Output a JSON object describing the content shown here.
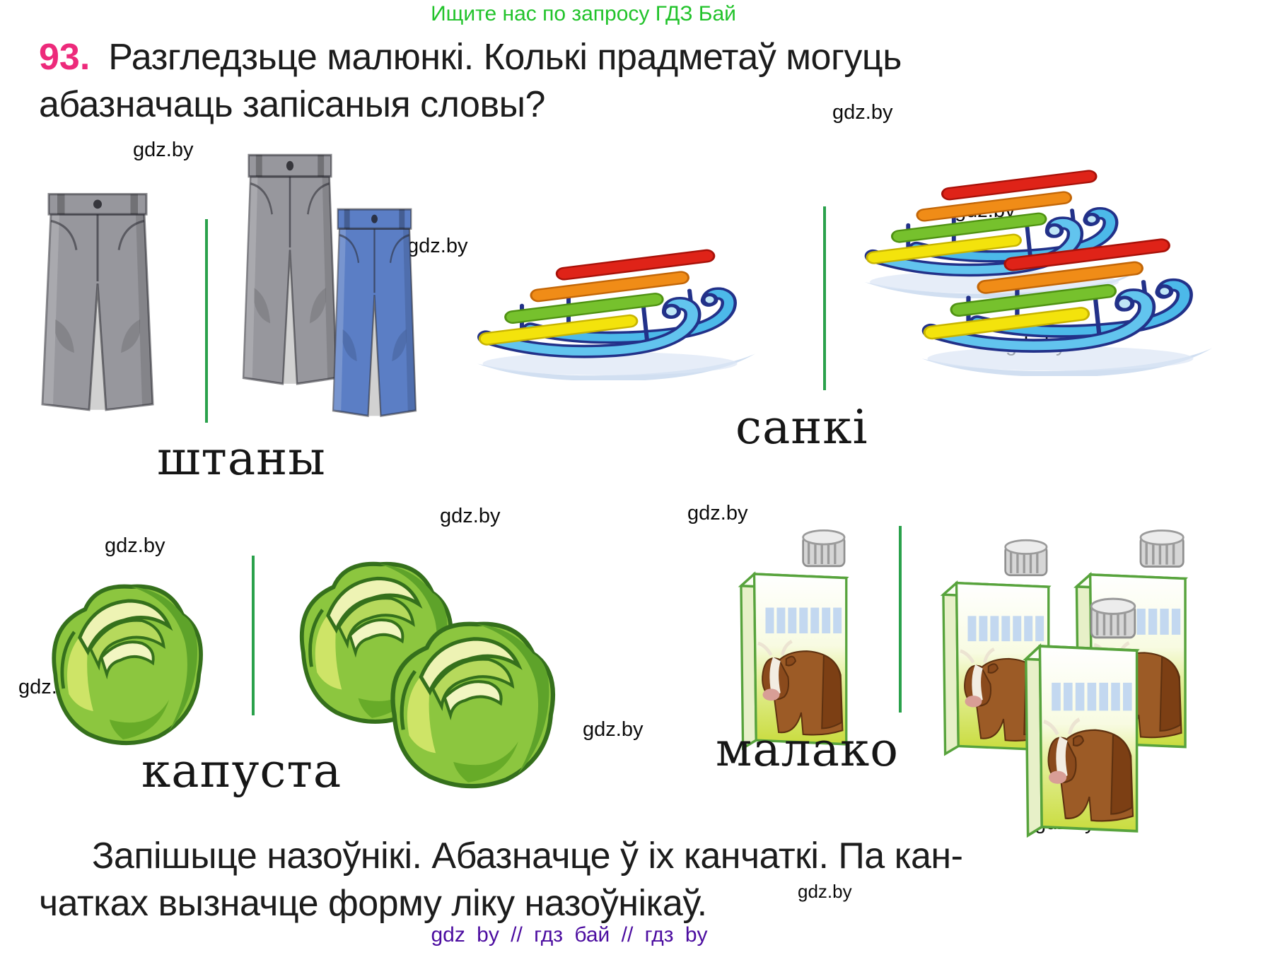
{
  "page": {
    "promo": "Ищите нас по запросу ГДЗ Бай",
    "watermark": "gdz.by",
    "footer": "gdz by // гдз бай // гдз by"
  },
  "exercise": {
    "number": "93.",
    "task": {
      "line1": "Разгледзьце малюнкі. Колькі прадметаў могуць",
      "line2": "абазначаць запісаныя словы?"
    },
    "task2": {
      "line1": "Запішыце назоўнікі. Абазначце ў іх канчаткі. Па кан-",
      "line2": "чатках вызначце форму ліку назоўнікаў."
    },
    "labels": {
      "trousers": "штаны",
      "sled": "санкі",
      "cabbage": "капуста",
      "milk": "малако"
    },
    "figures_note": {
      "trousers": {
        "left_count": 1,
        "right_count": 2
      },
      "sled": {
        "left_count": 1,
        "right_count": 2
      },
      "cabbage": {
        "left_count": 1,
        "right_count": 2
      },
      "milk": {
        "left_count": 1,
        "right_count": 3
      }
    }
  },
  "colors": {
    "promo_green": "#22c32b",
    "divider_green": "#2aa14b",
    "number_pink": "#ed2a7b",
    "footer_purple": "#4c0da0",
    "sled_runner_blue": "#4cb9e9",
    "sled_outline_navy": "#223189",
    "trousers_gray": "#97979d",
    "trousers_blue": "#5b7ec5",
    "cabbage_green": "#8cc63f",
    "carton_green": "#c9dc3e"
  }
}
